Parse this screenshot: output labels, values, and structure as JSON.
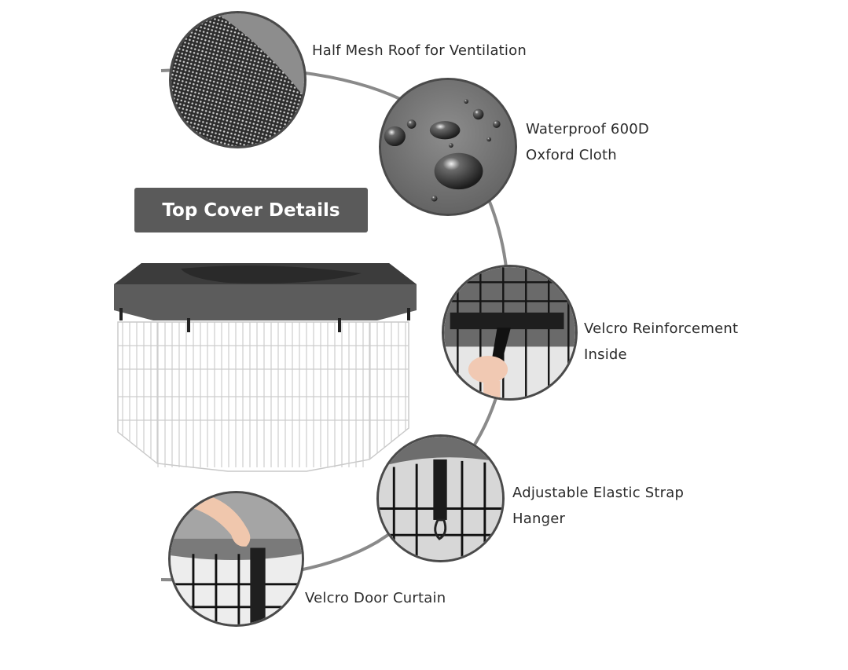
{
  "title": "Top Cover Details",
  "features": [
    {
      "lines": [
        "Half Mesh Roof for Ventilation"
      ]
    },
    {
      "lines": [
        "Waterproof 600D",
        "Oxford Cloth"
      ]
    },
    {
      "lines": [
        "Velcro Reinforcement",
        "Inside"
      ]
    },
    {
      "lines": [
        "Adjustable Elastic Strap",
        "Hanger"
      ]
    },
    {
      "lines": [
        "Velcro Door Curtain"
      ]
    }
  ]
}
